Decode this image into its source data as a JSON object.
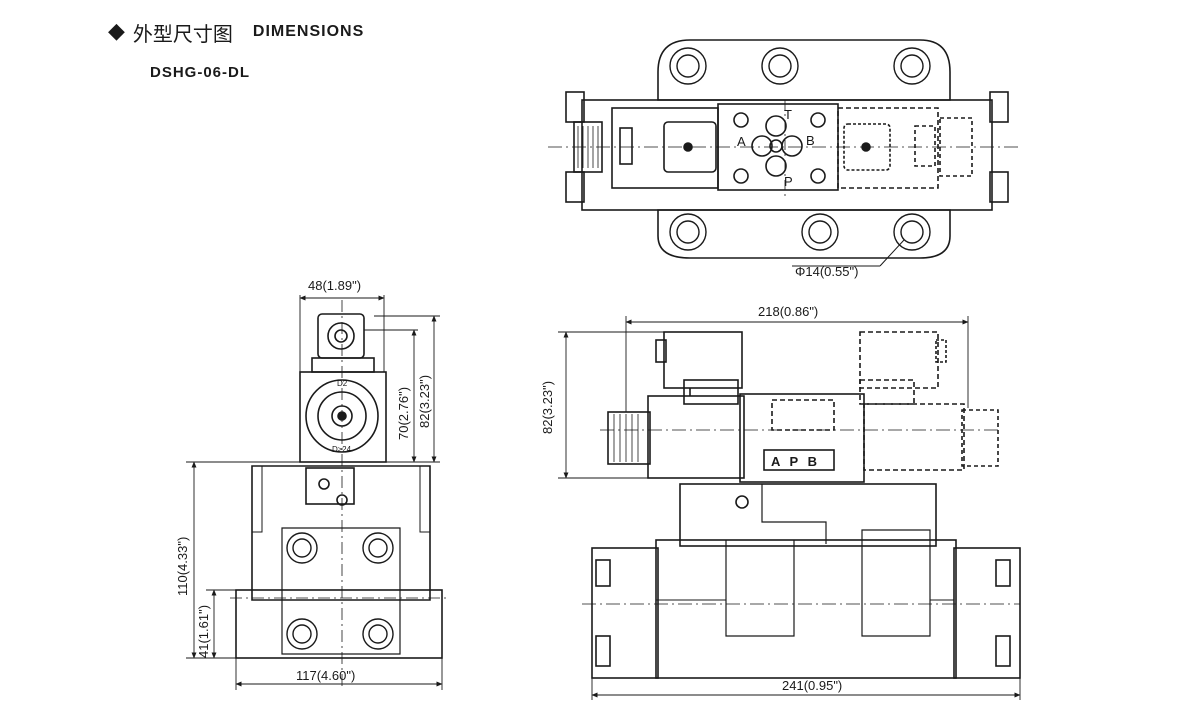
{
  "header": {
    "cn_title": "外型尺寸图",
    "en_title": "DIMENSIONS",
    "model": "DSHG-06-DL"
  },
  "top_view": {
    "port_a": "A",
    "port_b": "B",
    "port_p": "P",
    "port_t": "T",
    "hole_dim": "Φ14(0.55\")"
  },
  "side_view": {
    "width_top": "48(1.89\")",
    "h70": "70(2.76\")",
    "h82": "82(3.23\")",
    "h110": "110(4.33\")",
    "h41": "41(1.61\")",
    "width_bottom": "117(4.60\")",
    "d2": "D2",
    "d24": "D≥24"
  },
  "front_view": {
    "width_top": "218(0.86\")",
    "h82": "82(3.23\")",
    "ports": "A P B",
    "width_bottom": "241(0.95\")"
  },
  "colors": {
    "line": "#1a1a1a",
    "background": "#ffffff"
  }
}
